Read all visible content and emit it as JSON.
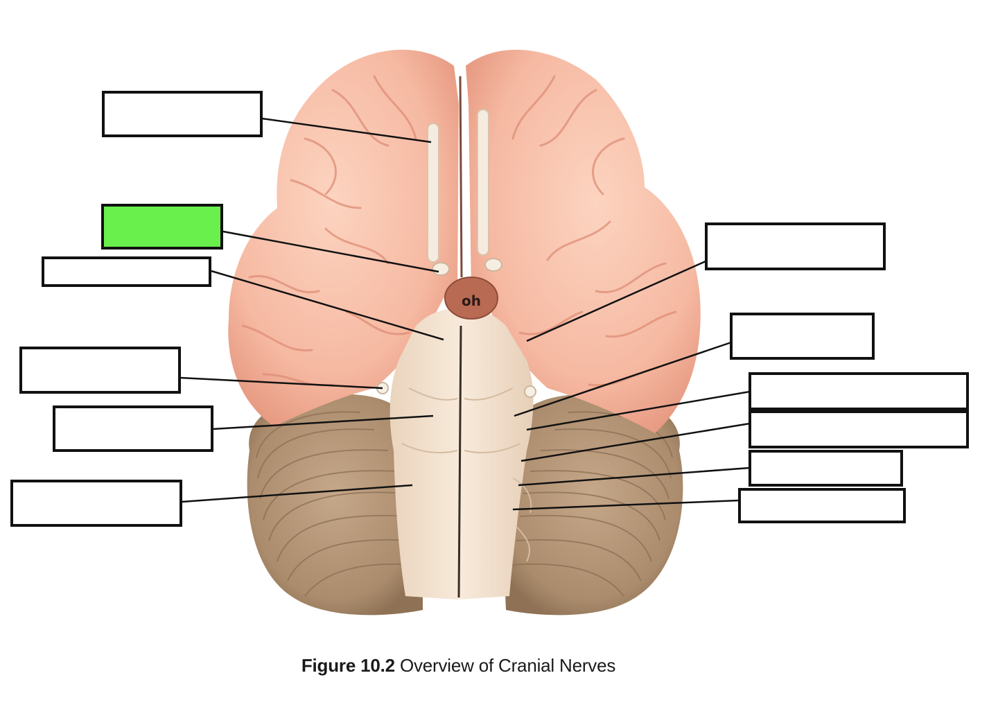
{
  "figure": {
    "caption_number": "Figure 10.2",
    "caption_title": "Overview of Cranial Nerves",
    "model_marking": "oh"
  },
  "label_boxes": {
    "left": [
      {
        "id": "L1",
        "text": "",
        "highlighted": false
      },
      {
        "id": "L2",
        "text": "",
        "highlighted": true
      },
      {
        "id": "L3",
        "text": "",
        "highlighted": false
      },
      {
        "id": "L4",
        "text": "",
        "highlighted": false
      },
      {
        "id": "L5",
        "text": "",
        "highlighted": false
      },
      {
        "id": "L6",
        "text": "",
        "highlighted": false
      }
    ],
    "right": [
      {
        "id": "R1",
        "text": "",
        "highlighted": false
      },
      {
        "id": "R2",
        "text": "",
        "highlighted": false
      },
      {
        "id": "R3",
        "text": "",
        "highlighted": false
      },
      {
        "id": "R4",
        "text": "",
        "highlighted": false
      },
      {
        "id": "R5",
        "text": "",
        "highlighted": false
      },
      {
        "id": "R6",
        "text": "",
        "highlighted": false
      }
    ]
  },
  "colors": {
    "cerebrum": "#f6b9a2",
    "cerebrum_shadow": "#e48f78",
    "cerebellum": "#b09274",
    "brainstem": "#f4e2cf",
    "pituitary": "#b86a52",
    "highlight_box": "#69f04d",
    "line": "#111111"
  }
}
